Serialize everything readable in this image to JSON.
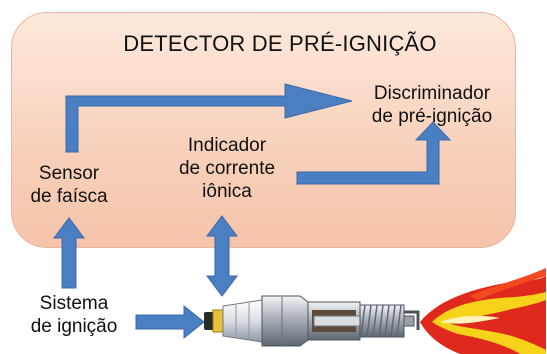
{
  "diagram": {
    "title": "DETECTOR DE PRÉ-IGNIÇÃO",
    "nodes": {
      "discriminador": {
        "line1": "Discriminador",
        "line2": "de pré-ignição"
      },
      "indicador": {
        "line1": "Indicador",
        "line2": "de corrente",
        "line3": "iônica"
      },
      "sensor": {
        "line1": "Sensor",
        "line2": "de faísca"
      },
      "sistema": {
        "line1": "Sistema",
        "line2": "de ignição"
      }
    },
    "colors": {
      "box_fill": "#f8d2bd",
      "arrow": "#4a7fc1",
      "flame_red": "#e0291d",
      "flame_yellow": "#f7d21a"
    },
    "icons": [
      "spark-plug-icon",
      "flame-icon"
    ]
  }
}
